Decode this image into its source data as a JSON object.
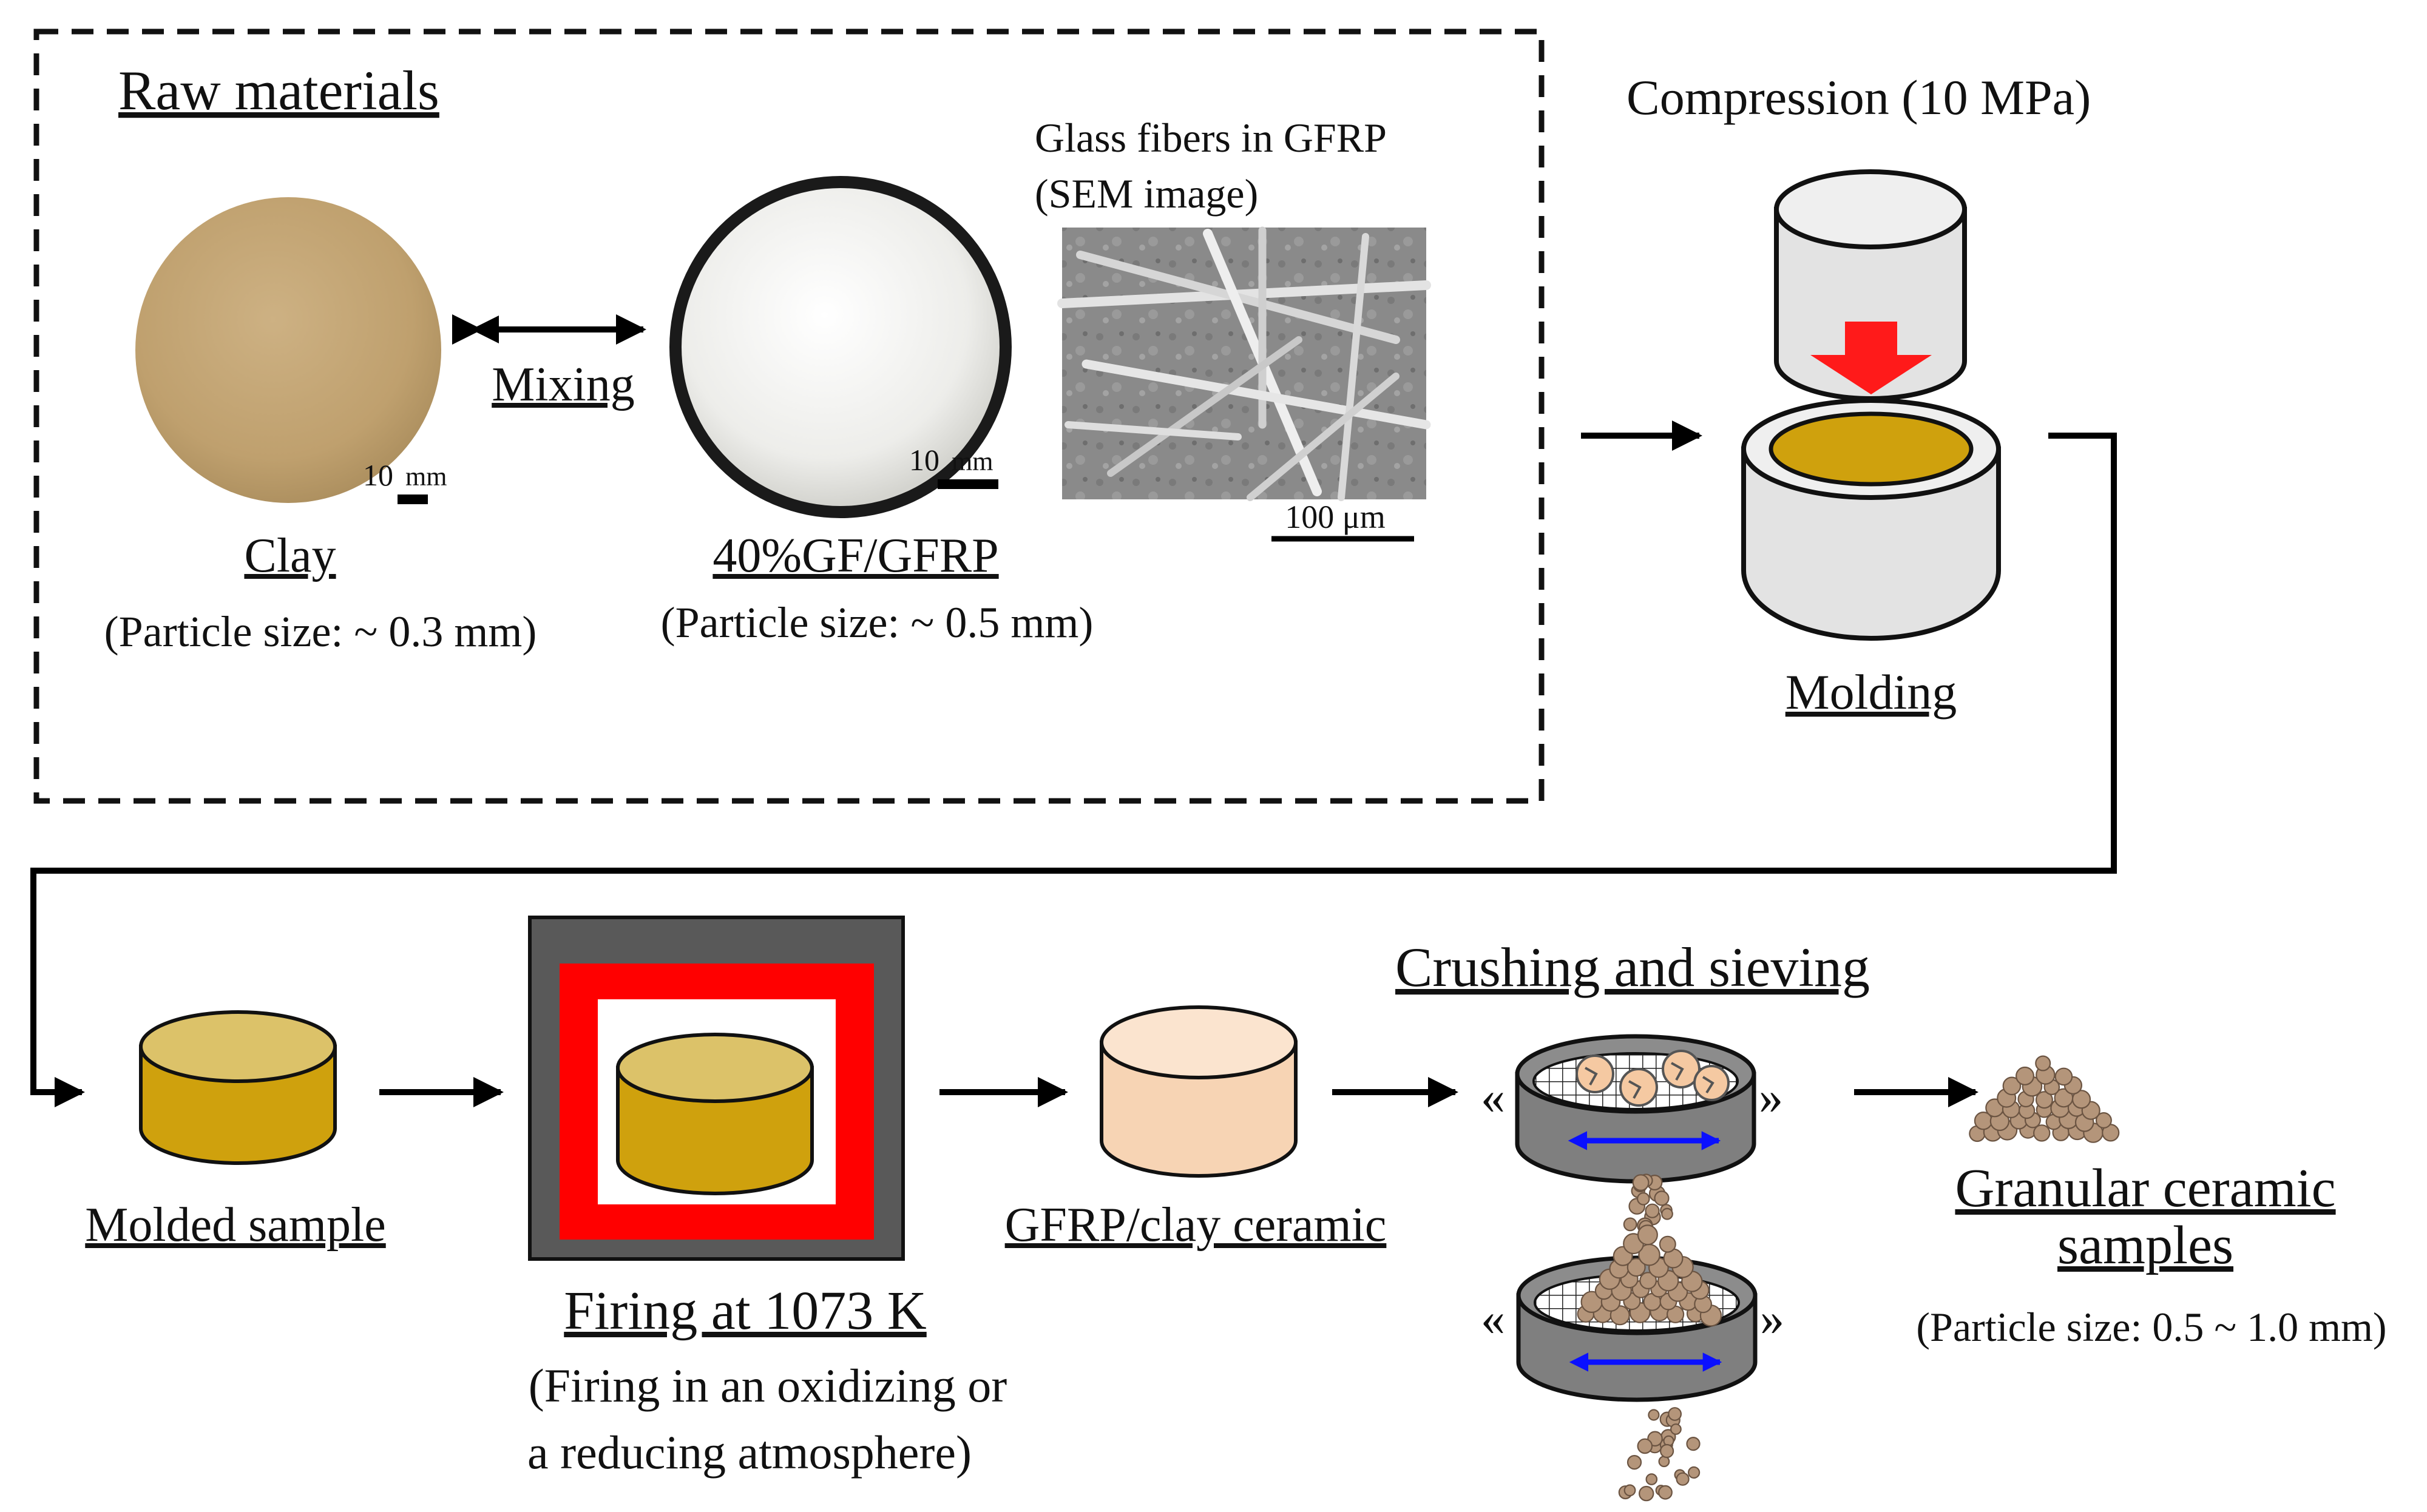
{
  "raw_materials": {
    "title": "Raw materials",
    "mixing_label": "Mixing",
    "clay": {
      "name": "Clay",
      "particle_size": "(Particle size: ~ 0.3 mm)",
      "scale_number": "10",
      "scale_unit": "mm"
    },
    "gfrp": {
      "name": "40%GF/GFRP",
      "particle_size": "(Particle size: ~ 0.5 mm)",
      "scale_number": "10",
      "scale_unit": "mm"
    },
    "sem": {
      "caption_line1": "Glass fibers in GFRP",
      "caption_line2": "(SEM image)",
      "scale": "100 μm"
    }
  },
  "molding": {
    "compression_label": "Compression (10 MPa)",
    "label": "Molding"
  },
  "molded_sample": {
    "label": "Molded sample"
  },
  "firing": {
    "title": "Firing at 1073 K",
    "note_line1": "(Firing in an oxidizing or",
    "note_line2": "a reducing  atmosphere)"
  },
  "ceramic": {
    "label": "GFRP/clay ceramic"
  },
  "crushing": {
    "title": "Crushing  and  sieving",
    "shake_left": "«",
    "shake_right": "»"
  },
  "granular": {
    "title_line1": "Granular  ceramic",
    "title_line2": "samples",
    "particle_size": "(Particle size: 0.5 ~ 1.0 mm)"
  },
  "colors": {
    "clay_tan": "#c3a574",
    "gold_side": "#cfa10d",
    "gold_top": "#dcc269",
    "ceramic_side": "#f7d4b4",
    "ceramic_top": "#fbe4cf",
    "furnace_outer": "#595959",
    "furnace_ring": "#ff0000",
    "press_arrow": "#ff1a1a",
    "shake_arrow": "#0a10ff",
    "sieve_gray": "#7f7f7f",
    "granule_brown": "#b4957a"
  }
}
